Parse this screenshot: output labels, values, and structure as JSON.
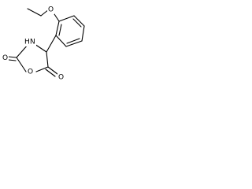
{
  "molecule": {
    "atoms": {
      "ring_oxygen": "O",
      "carbonyl_oxygen_left": "O",
      "carbonyl_oxygen_right": "O",
      "nitrogen": "N",
      "nitrogen_hydrogen": "H",
      "ether_oxygen": "O"
    }
  }
}
